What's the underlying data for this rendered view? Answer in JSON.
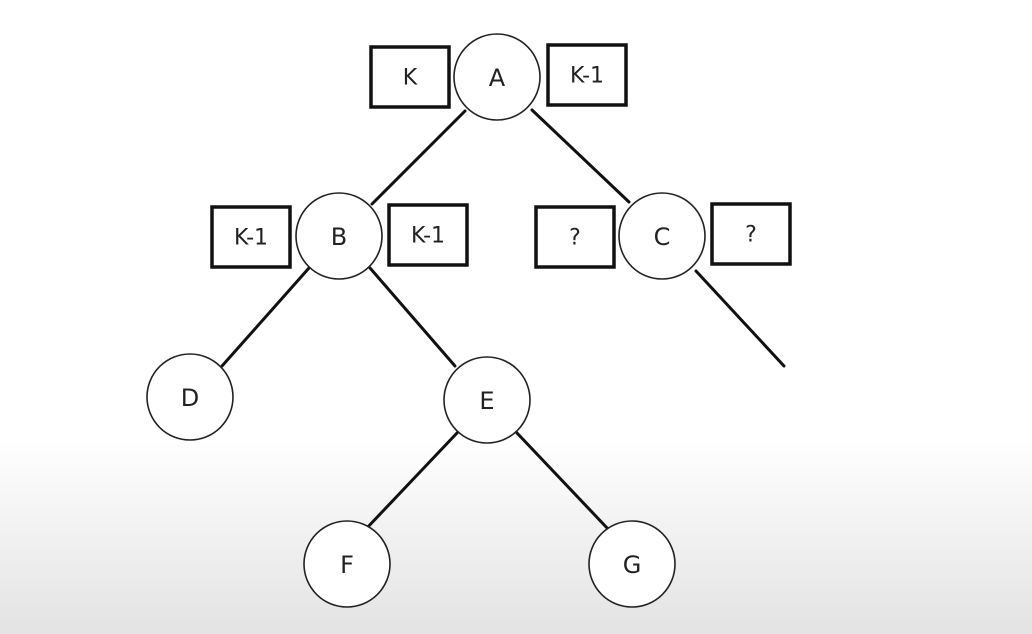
{
  "nodes": {
    "A": "A",
    "B": "B",
    "C": "C",
    "D": "D",
    "E": "E",
    "F": "F",
    "G": "G"
  },
  "annotations": {
    "A_left": "K",
    "A_right": "K-1",
    "B_left": "K-1",
    "B_right": "K-1",
    "C_left": "?",
    "C_right": "?"
  }
}
